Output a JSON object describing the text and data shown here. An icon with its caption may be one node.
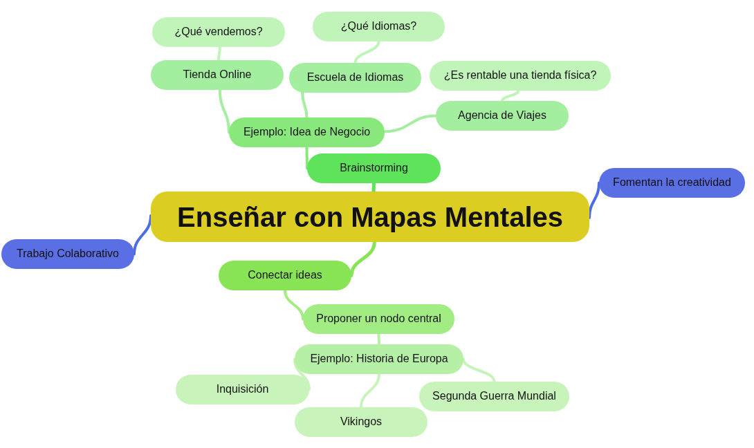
{
  "diagram": {
    "nodes": [
      {
        "text": [
          "Enseñar con Mapas Mentales"
        ]
      },
      {
        "text": [
          "Brainstorming"
        ]
      },
      {
        "text": [
          "Ejemplo: Idea de Negocio"
        ]
      },
      {
        "text": [
          "Tienda Online"
        ]
      },
      {
        "text": [
          "¿Qué vendemos?"
        ]
      },
      {
        "text": [
          "Escuela de Idiomas"
        ]
      },
      {
        "text": [
          "¿Qué Idiomas?"
        ]
      },
      {
        "text": [
          "Agencia de Viajes"
        ]
      },
      {
        "text": [
          "¿Es rentable una tienda física?"
        ]
      },
      {
        "text": [
          "Fomentan la creatividad"
        ]
      },
      {
        "text": [
          "Trabajo Colaborativo"
        ]
      },
      {
        "text": [
          "Conectar ideas"
        ]
      },
      {
        "text": [
          "Proponer un nodo central"
        ]
      },
      {
        "text": [
          "Ejemplo: Historia de Europa"
        ]
      },
      {
        "text": [
          "Inquisición"
        ]
      },
      {
        "text": [
          "Vikingos"
        ]
      },
      {
        "text": [
          "Segunda Guerra Mundial"
        ]
      }
    ],
    "edges": [
      {
        "from": 0,
        "to": 1,
        "arrow": "none"
      },
      {
        "from": 1,
        "to": 2,
        "arrow": "none"
      },
      {
        "from": 2,
        "to": 3,
        "arrow": "none"
      },
      {
        "from": 3,
        "to": 4,
        "arrow": "none"
      },
      {
        "from": 2,
        "to": 5,
        "arrow": "none"
      },
      {
        "from": 5,
        "to": 6,
        "arrow": "none"
      },
      {
        "from": 2,
        "to": 7,
        "arrow": "none"
      },
      {
        "from": 7,
        "to": 8,
        "arrow": "none"
      },
      {
        "from": 0,
        "to": 9,
        "arrow": "none",
        "color": "#4d6ee0"
      },
      {
        "from": 0,
        "to": 10,
        "arrow": "none",
        "color": "#4d6ee0"
      },
      {
        "from": 0,
        "to": 11,
        "arrow": "none"
      },
      {
        "from": 11,
        "to": 12,
        "arrow": "none"
      },
      {
        "from": 12,
        "to": 13,
        "arrow": "none"
      },
      {
        "from": 13,
        "to": 14,
        "arrow": "none"
      },
      {
        "from": 13,
        "to": 15,
        "arrow": "none"
      },
      {
        "from": 13,
        "to": 16,
        "arrow": "none"
      }
    ]
  }
}
